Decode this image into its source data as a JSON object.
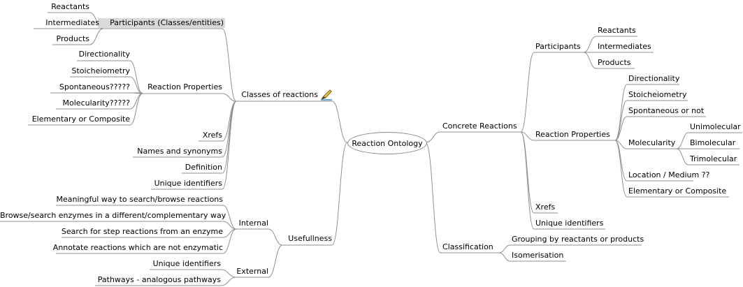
{
  "root": "Reaction Ontology",
  "left": {
    "classes": {
      "label": "Classes of reactions",
      "icon": "pencil-highlight-icon",
      "participants": {
        "label": "Participants (Classes/entities)",
        "items": [
          "Reactants",
          "Intermediates",
          "Products"
        ]
      },
      "properties": {
        "label": "Reaction Properties",
        "items": [
          "Directionality",
          "Stoicheiometry",
          "Spontaneous?????",
          "Molecularity?????",
          "Elementary or Composite"
        ]
      },
      "others": [
        "Xrefs",
        "Names and synonyms",
        "Definition",
        "Unique identifiers"
      ]
    },
    "usefullness": {
      "label": "Usefullness",
      "internal": {
        "label": "Internal",
        "items": [
          "Meaningful way to search/browse reactions",
          "Browse/search enzymes in a different/complementary way",
          "Search for step reactions from an enzyme",
          "Annotate reactions which are not enzymatic"
        ]
      },
      "external": {
        "label": "External",
        "items": [
          "Unique identifiers",
          "Pathways - analogous pathways"
        ]
      }
    }
  },
  "right": {
    "concrete": {
      "label": "Concrete Reactions",
      "participants": {
        "label": "Participants",
        "items": [
          "Reactants",
          "Intermediates",
          "Products"
        ]
      },
      "properties": {
        "label": "Reaction Properties",
        "items": [
          "Directionality",
          "Stoicheiometry",
          "Spontaneous or not"
        ],
        "molecularity": {
          "label": "Molecularity",
          "items": [
            "Unimolecular",
            "Bimolecular",
            "Trimolecular"
          ]
        },
        "items_after": [
          "Location / Medium ??",
          "Elementary or Composite"
        ]
      },
      "others": [
        "Xrefs",
        "Unique identifiers"
      ]
    },
    "classification": {
      "label": "Classification",
      "items": [
        "Grouping by reactants or products",
        "Isomerisation"
      ]
    }
  }
}
